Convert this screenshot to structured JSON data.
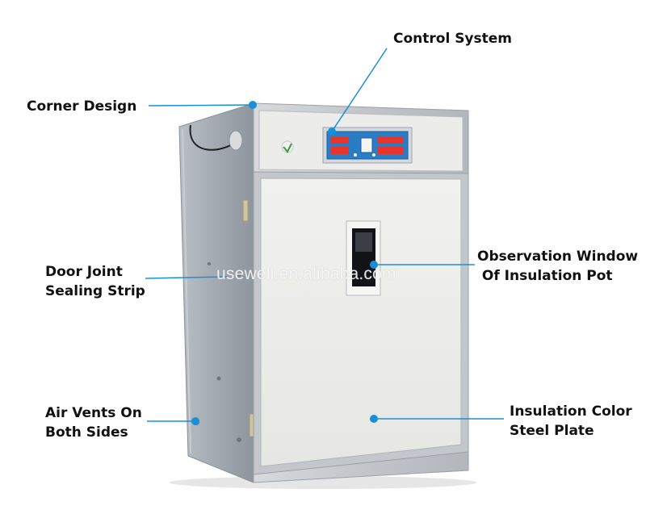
{
  "callouts": {
    "control_system": "Control System",
    "corner_design": "Corner Design",
    "door_joint_line1": "Door Joint",
    "door_joint_line2": "Sealing Strip",
    "observation_line1": "Observation Window",
    "observation_line2": " Of Insulation Pot",
    "air_vents_line1": "Air Vents On",
    "air_vents_line2": "Both Sides",
    "insulation_line1": "Insulation Color",
    "insulation_line2": "Steel Plate"
  },
  "watermark": "usewell.en.alibaba.com",
  "colors": {
    "callout_line": "#1a8fd6",
    "callout_dot": "#1a8fd6",
    "panel": "#eeeeec",
    "frame": "#bfc3c8",
    "side": "#9ea5ad",
    "display_blue": "#2a7dc4"
  }
}
